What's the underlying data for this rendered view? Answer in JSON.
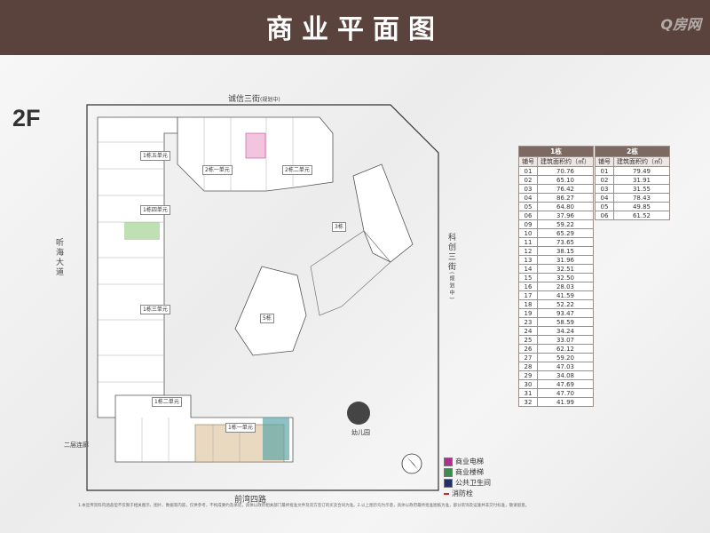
{
  "header": {
    "title": "商业平面图",
    "watermark": "Q房网"
  },
  "floor_label": "2F",
  "streets": {
    "north": "诚信三街",
    "north_note": "(规划中)",
    "west": "听海大道",
    "east": "科创三街",
    "east_note": "(规划中)",
    "south": "前湾四路",
    "corridor": "二层连廊"
  },
  "buildings": {
    "b1_5": "1栋五单元",
    "b1_4": "1栋四单元",
    "b1_3": "1栋三单元",
    "b1_2": "1栋二单元",
    "b1_1": "1栋一单元",
    "b2_1": "2栋一单元",
    "b2_2": "2栋二单元",
    "b3": "3栋",
    "b5": "5栋",
    "kindergarten": "幼儿园"
  },
  "colors": {
    "header_bg": "#5a433d",
    "elevator": "#b0308f",
    "stairs": "#3a8f4a",
    "restroom": "#23306f",
    "highlight": "#e9d9c0",
    "pink": "#f3c4dd",
    "teal": "#5ea7a7",
    "green": "#bfe0b3"
  },
  "table1": {
    "title": "1栋",
    "col_no": "铺号",
    "col_area": "建筑面积约（㎡）",
    "rows": [
      [
        "01",
        "70.76"
      ],
      [
        "02",
        "65.10"
      ],
      [
        "03",
        "76.42"
      ],
      [
        "04",
        "86.27"
      ],
      [
        "05",
        "64.80"
      ],
      [
        "06",
        "37.96"
      ],
      [
        "09",
        "59.22"
      ],
      [
        "10",
        "65.29"
      ],
      [
        "11",
        "73.65"
      ],
      [
        "12",
        "38.15"
      ],
      [
        "13",
        "31.96"
      ],
      [
        "14",
        "32.51"
      ],
      [
        "15",
        "32.50"
      ],
      [
        "16",
        "28.03"
      ],
      [
        "17",
        "41.59"
      ],
      [
        "18",
        "52.22"
      ],
      [
        "19",
        "93.47"
      ],
      [
        "23",
        "58.59"
      ],
      [
        "24",
        "34.24"
      ],
      [
        "25",
        "33.07"
      ],
      [
        "26",
        "62.12"
      ],
      [
        "27",
        "59.20"
      ],
      [
        "28",
        "47.03"
      ],
      [
        "29",
        "34.08"
      ],
      [
        "30",
        "47.69"
      ],
      [
        "31",
        "47.70"
      ],
      [
        "32",
        "41.99"
      ]
    ]
  },
  "table2": {
    "title": "2栋",
    "col_no": "铺号",
    "col_area": "建筑面积约（㎡）",
    "rows": [
      [
        "01",
        "79.49"
      ],
      [
        "02",
        "31.91"
      ],
      [
        "03",
        "31.55"
      ],
      [
        "04",
        "78.43"
      ],
      [
        "05",
        "49.85"
      ],
      [
        "06",
        "61.52"
      ]
    ]
  },
  "legend": {
    "elevator": "商业电梯",
    "stairs": "商业楼梯",
    "restroom": "公共卫生间",
    "fire_hydrant": "消防栓"
  },
  "footnote": "1.本宣传资料内涵盖但不仅限于相关图示、图片、数据等内容，仅供参考，不构成要约及承诺，具体以政府相关部门最终批准文件及双方签订的买卖合同为准。2.以上图示均为示意，具体以政府最终批准图纸为准，部分装饰及设施并非交付标准，敬请留意。"
}
